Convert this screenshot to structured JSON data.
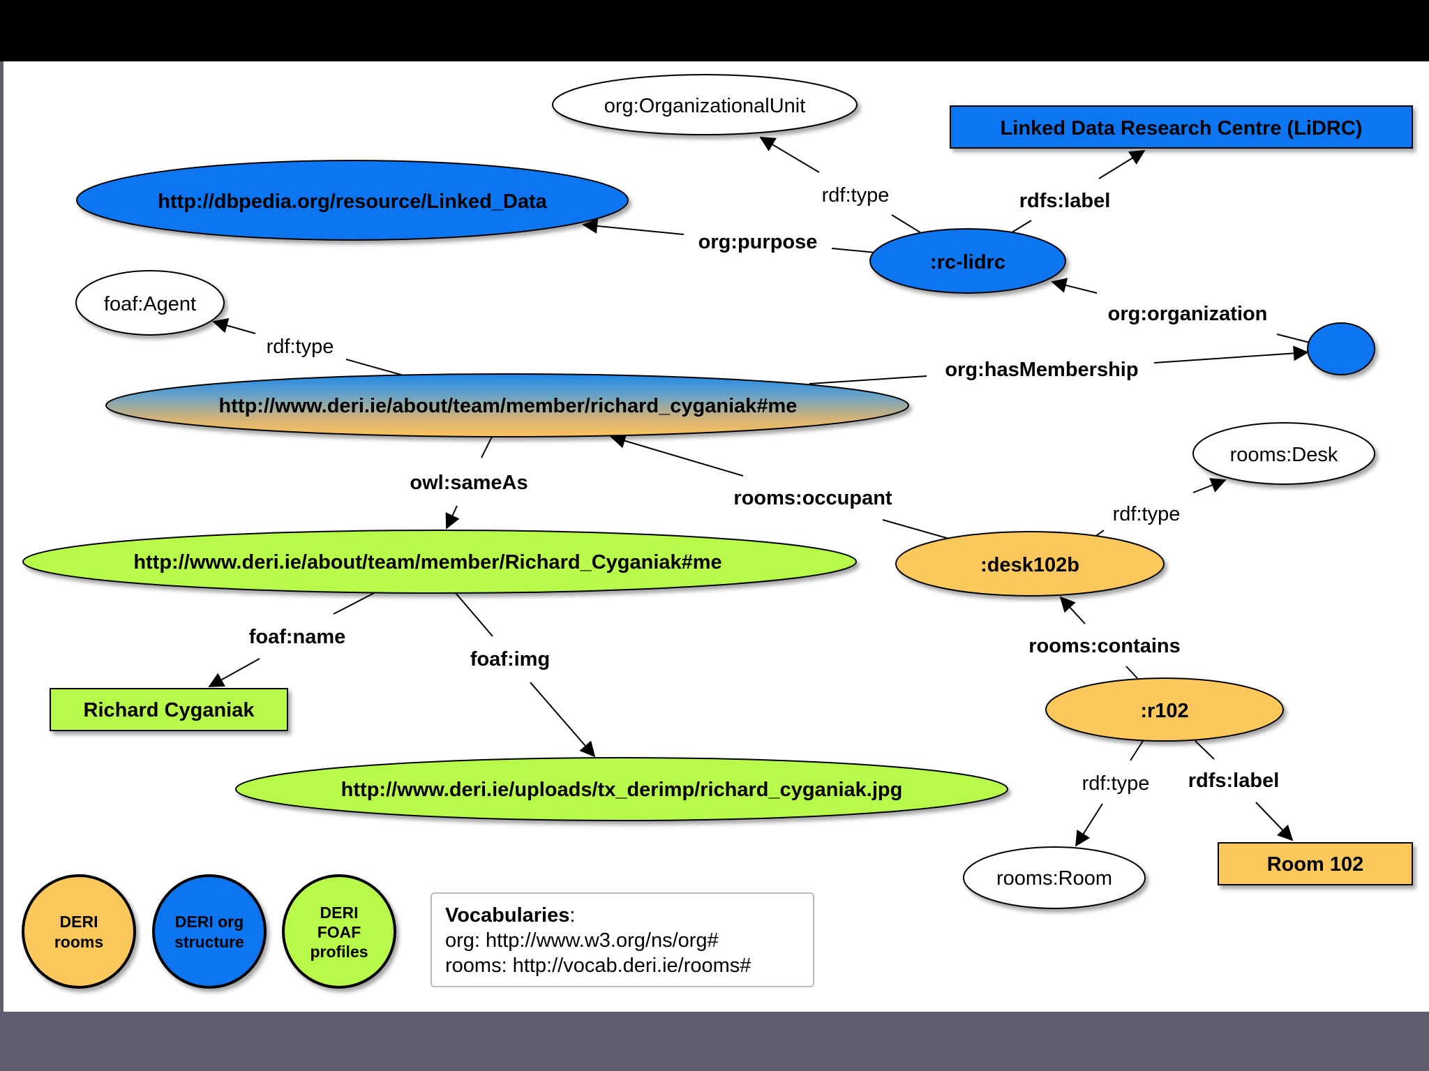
{
  "nodes": {
    "org_unit": "org:OrganizationalUnit",
    "lidrc_label": "Linked Data Research Centre (LiDRC)",
    "linked_data": "http://dbpedia.org/resource/Linked_Data",
    "rc_lidrc": ":rc-lidrc",
    "foaf_agent": "foaf:Agent",
    "membership": "",
    "me_lower": "http://www.deri.ie/about/team/member/richard_cyganiak#me",
    "rooms_desk": "rooms:Desk",
    "me_upper": "http://www.deri.ie/about/team/member/Richard_Cyganiak#me",
    "desk102b": ":desk102b",
    "richard_name": "Richard Cyganiak",
    "r102": ":r102",
    "img_url": "http://www.deri.ie/uploads/tx_derimp/richard_cyganiak.jpg",
    "rooms_room": "rooms:Room",
    "room102": "Room 102"
  },
  "edges": {
    "rc_type": "rdf:type",
    "rc_label": "rdfs:label",
    "purpose": "org:purpose",
    "organization": "org:organization",
    "me_type": "rdf:type",
    "has_membership": "org:hasMembership",
    "same_as": "owl:sameAs",
    "occupant": "rooms:occupant",
    "desk_type": "rdf:type",
    "foaf_name": "foaf:name",
    "foaf_img": "foaf:img",
    "contains": "rooms:contains",
    "r102_type": "rdf:type",
    "r102_label": "rdfs:label"
  },
  "legend": {
    "rooms": [
      "DERI",
      "rooms"
    ],
    "org": [
      "DERI org",
      "structure"
    ],
    "foaf": [
      "DERI",
      "FOAF",
      "profiles"
    ]
  },
  "vocab": {
    "title": "Vocabularies",
    "colon": ":",
    "org": "org: http://www.w3.org/ns/org#",
    "rooms": "rooms: http://vocab.deri.ie/rooms#"
  },
  "colors": {
    "blue": "#0a74f0",
    "green": "#b8fa4a",
    "orange": "#fcc85c",
    "white": "#ffffff",
    "slide": "#ffffff",
    "top_bar": "#000000",
    "bottom_bar": "#5f5c6e"
  }
}
